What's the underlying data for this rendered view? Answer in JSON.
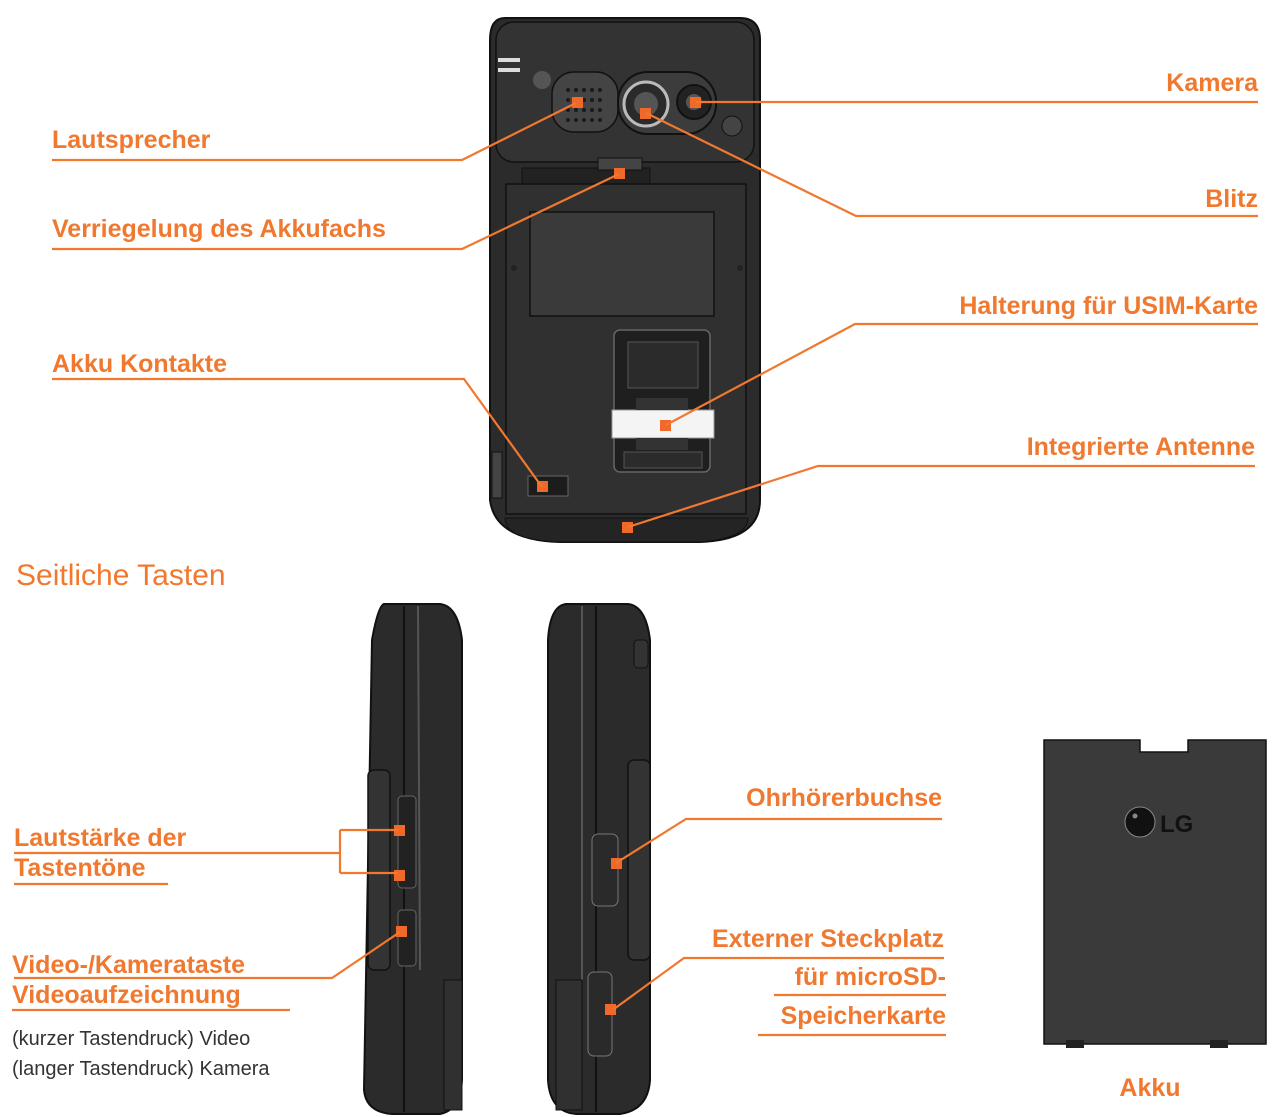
{
  "labels": {
    "lautsprecher": "Lautsprecher",
    "verriegelung": "Verriegelung des Akkufachs",
    "akku_kontakte": "Akku Kontakte",
    "kamera": "Kamera",
    "blitz": "Blitz",
    "halterung": "Halterung für USIM-Karte",
    "antenne": "Integrierte Antenne",
    "lautstaerke_1": "Lautstärke der",
    "lautstaerke_2": "Tastentöne",
    "video_1": "Video-/Kamerataste",
    "video_2": "Videoaufzeichnung",
    "video_note_1": "(kurzer Tastendruck) Video",
    "video_note_2": "(langer Tastendruck) Kamera",
    "ohrhoerer": "Ohrhörerbuchse",
    "steckplatz_1": "Externer Steckplatz",
    "steckplatz_2": "für microSD-",
    "steckplatz_3": "Speicherkarte",
    "akku": "Akku"
  },
  "section_title": "Seitliche Tasten",
  "brand_logo": "LG",
  "colors": {
    "accent": "#f0782f",
    "marker": "#f0682a",
    "device": "#2b2b2b"
  }
}
